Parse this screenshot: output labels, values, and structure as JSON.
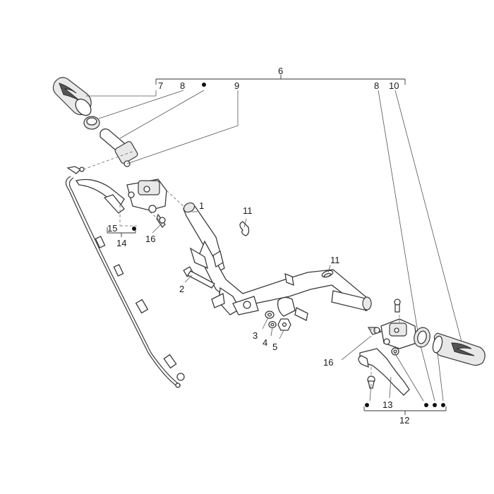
{
  "diagram": {
    "callouts": {
      "c1": "1",
      "c2": "2",
      "c3": "3",
      "c4": "4",
      "c5": "5",
      "c6": "6",
      "c7": "7",
      "c8_left": "8",
      "c8_right": "8",
      "c9": "9",
      "c10": "10",
      "c11_top": "11",
      "c11_mid": "11",
      "c12": "12",
      "c13": "13",
      "c14": "14",
      "c15": "15",
      "c16_left": "16",
      "c16_right": "16"
    }
  }
}
